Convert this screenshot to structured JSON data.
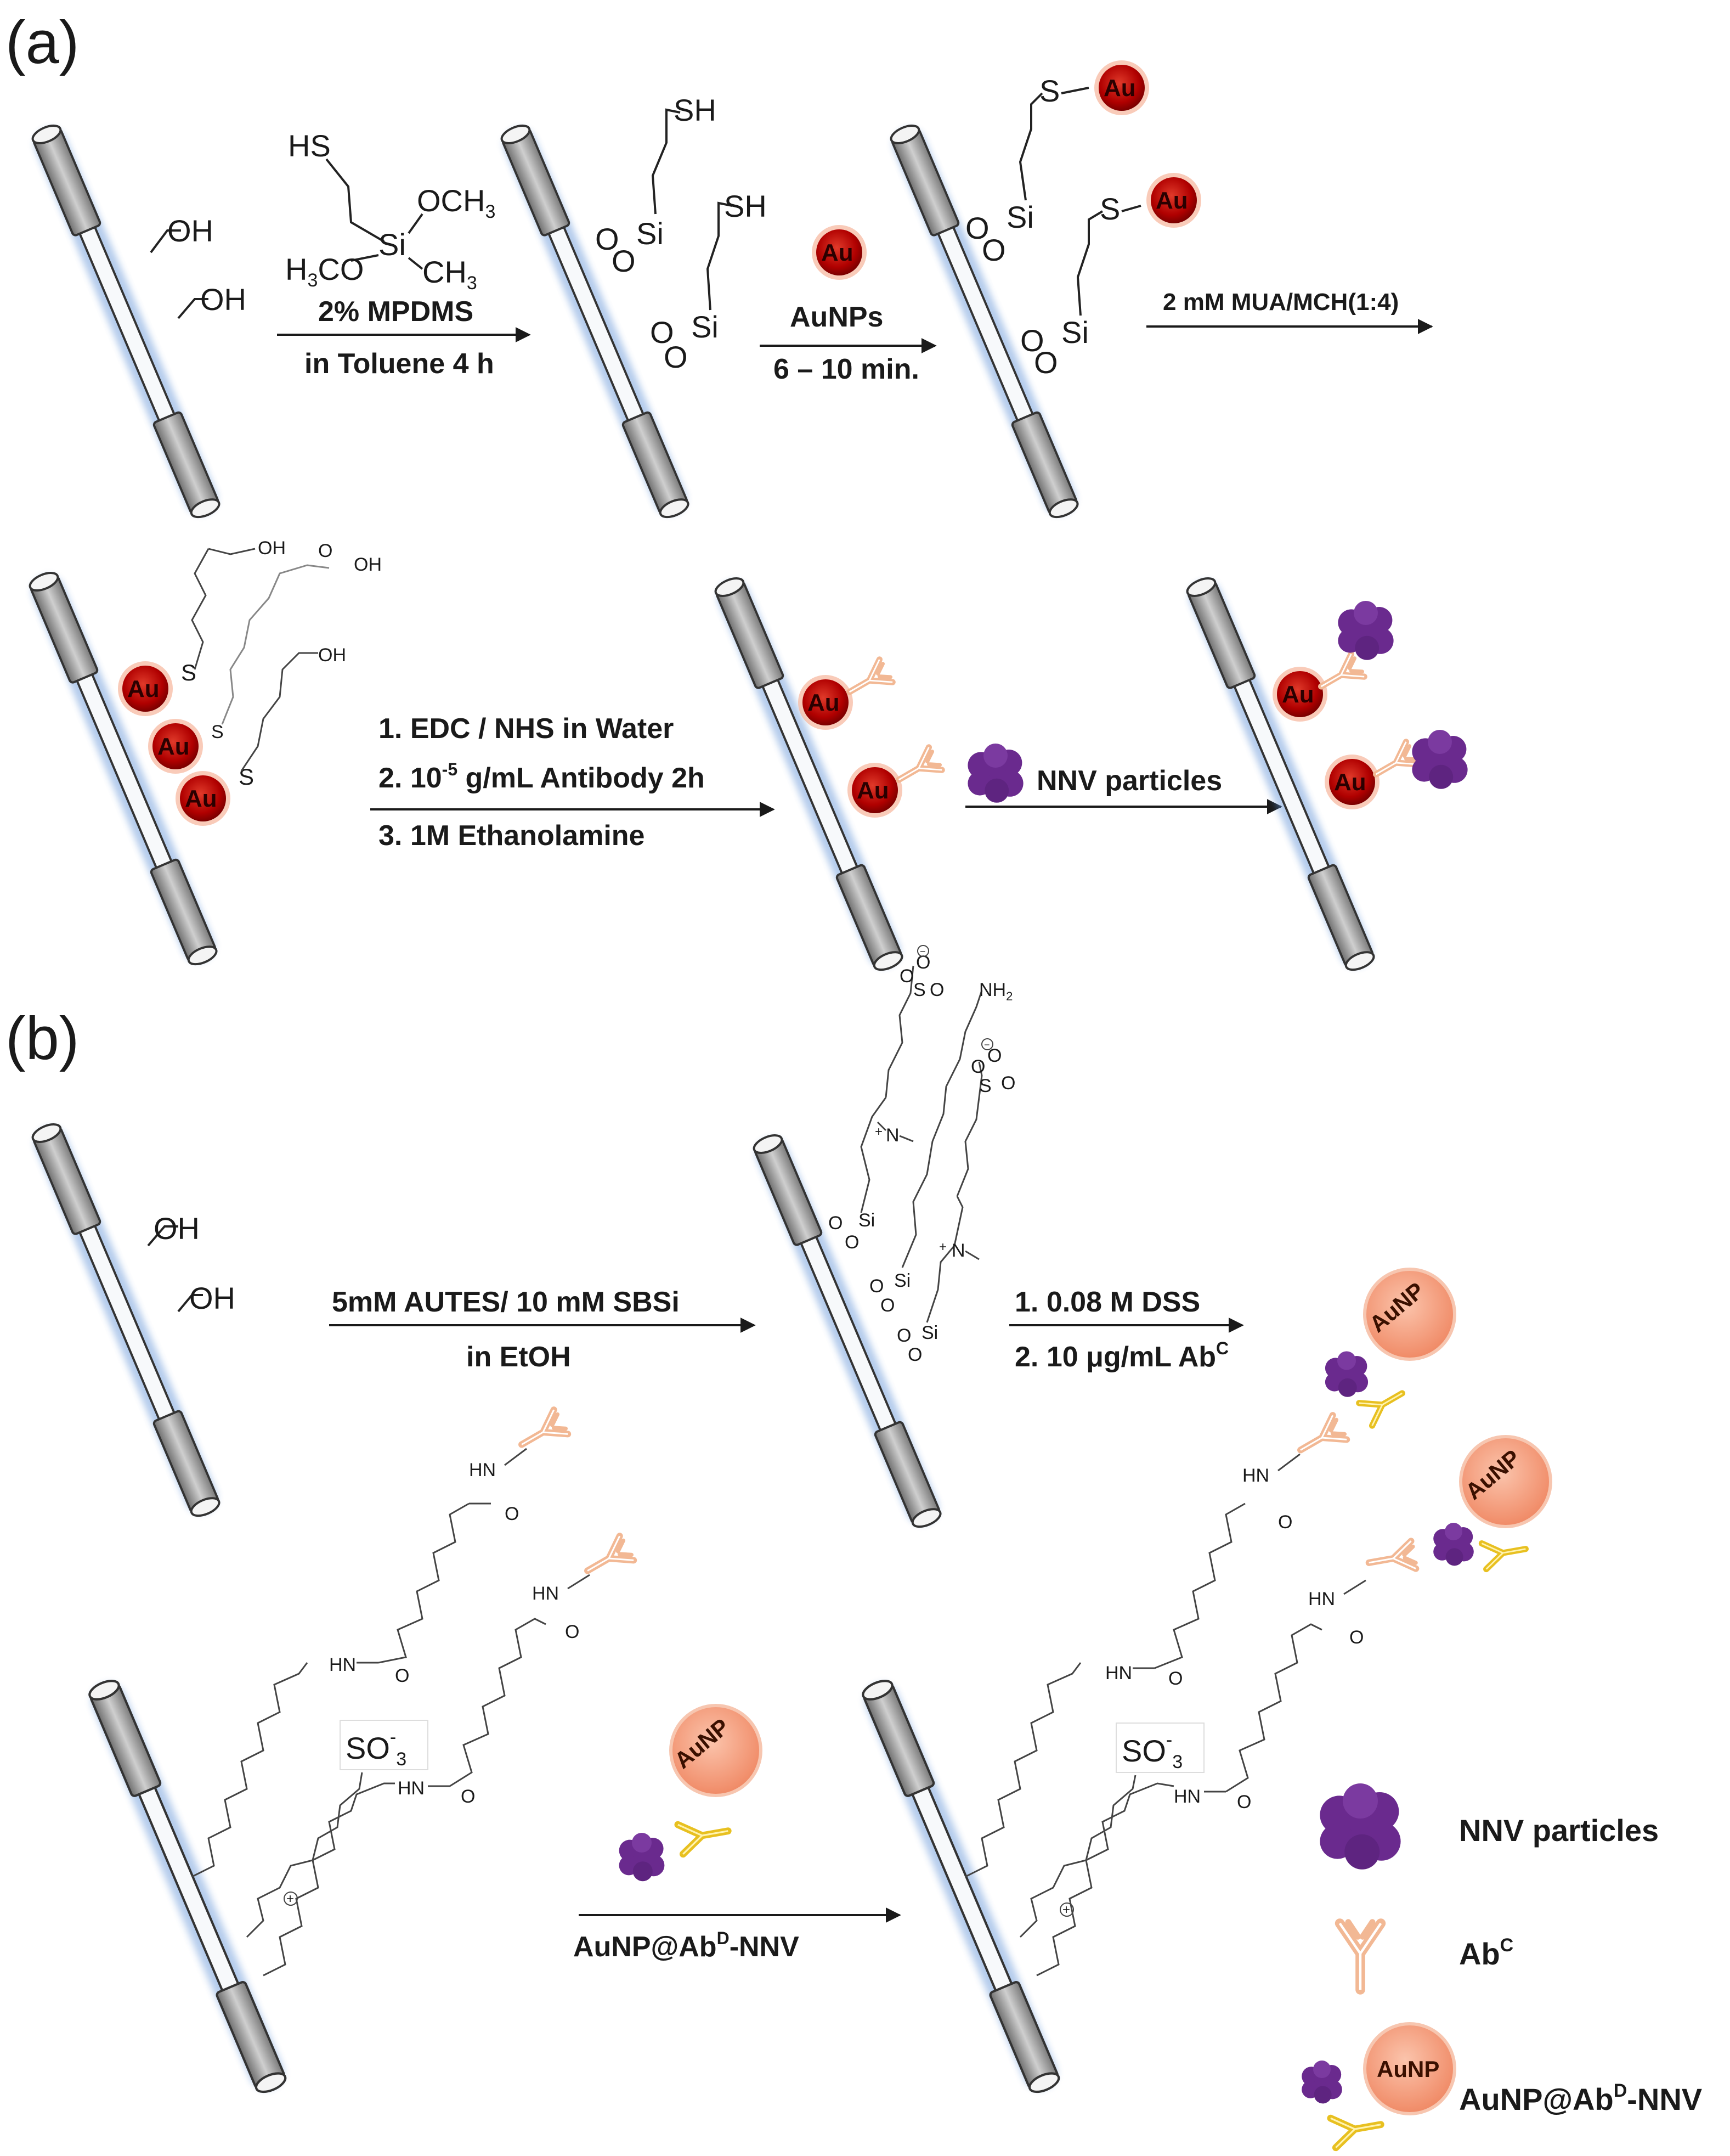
{
  "panels": {
    "a": "(a)",
    "b": "(b)"
  },
  "chem": {
    "OH": "OH",
    "SH": "SH",
    "S": "S",
    "Si": "Si",
    "O": "O",
    "HS": "HS",
    "OCH3": "OCH",
    "H3CO": "H",
    "CH3": "CH",
    "sub3": "3",
    "NH2": "NH",
    "sub2": "2",
    "HN": "HN",
    "SO3": "SO",
    "minus": "-",
    "N": "N",
    "plus": "+",
    "ominus": "−"
  },
  "labels": {
    "au": "Au",
    "aunp": "AuNP"
  },
  "steps": {
    "mpdms": "2% MPDMS",
    "toluene": "in Toluene 4 h",
    "aunps": "AuNPs",
    "time": "6 – 10 min.",
    "mua": "2 mM MUA/MCH(1:4)",
    "edc": "1. EDC / NHS in Water",
    "antibody_pre": "2. 10",
    "antibody_exp": "-5",
    "antibody_post": " g/mL Antibody 2h",
    "ethanolamine": "3. 1M Ethanolamine",
    "nnv": "NNV particles",
    "autes": "5mM AUTES/ 10 mM SBSi",
    "etoh": "in EtOH",
    "dss": "1. 0.08 M DSS",
    "abc_pre": "2. 10 μg/mL  Ab",
    "abc_sup": "C",
    "conj_pre": "AuNP@Ab",
    "conj_sup": "D",
    "conj_post": "-NNV"
  },
  "legend": {
    "nnv": "NNV particles",
    "abc": "Ab",
    "abc_sup": "C",
    "conj_pre": "AuNP@Ab",
    "conj_sup": "D",
    "conj_post": "-NNV"
  },
  "colors": {
    "fiber_fill": "#f4f6f8",
    "fiber_glow": "#5b8fd6",
    "cladding": "#9a9a9a",
    "au_dark": "#b00000",
    "au_light": "#e23a2a",
    "aunp_fill": "#f6a68a",
    "virus": "#6a2a8e",
    "antibody_c": "#f2b894",
    "antibody_d": "#e8c020"
  }
}
